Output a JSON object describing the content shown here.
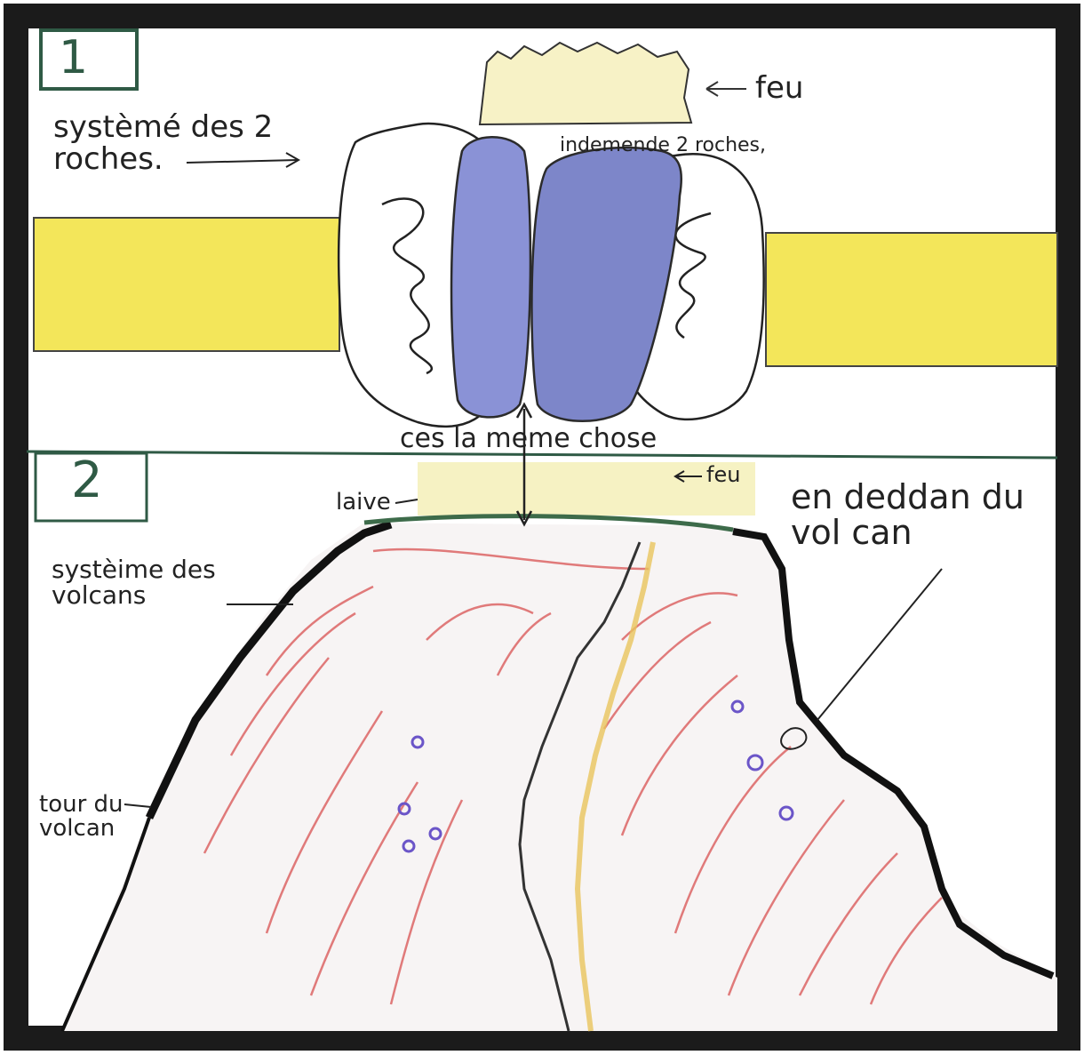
{
  "panels": [
    {
      "number": "1",
      "labels": {
        "system": "systèmé des 2 roches.",
        "fire": "feu",
        "under_fire": "indemende 2 roches,",
        "link": "ces la meme chose"
      }
    },
    {
      "number": "2",
      "labels": {
        "fire": "feu",
        "lava": "laive",
        "inside": "en deddan du vol can",
        "system": "systèime des volcans",
        "edge": "tour du volcan"
      }
    }
  ],
  "colors": {
    "frame": "#1b1b1b",
    "yellow": "#f3e65a",
    "rock_blue": "#7d86c9",
    "lava_red": "#e07a7a",
    "fire_yellow": "#f4efb4",
    "outline": "#222222",
    "dots": "#6b55c8"
  }
}
